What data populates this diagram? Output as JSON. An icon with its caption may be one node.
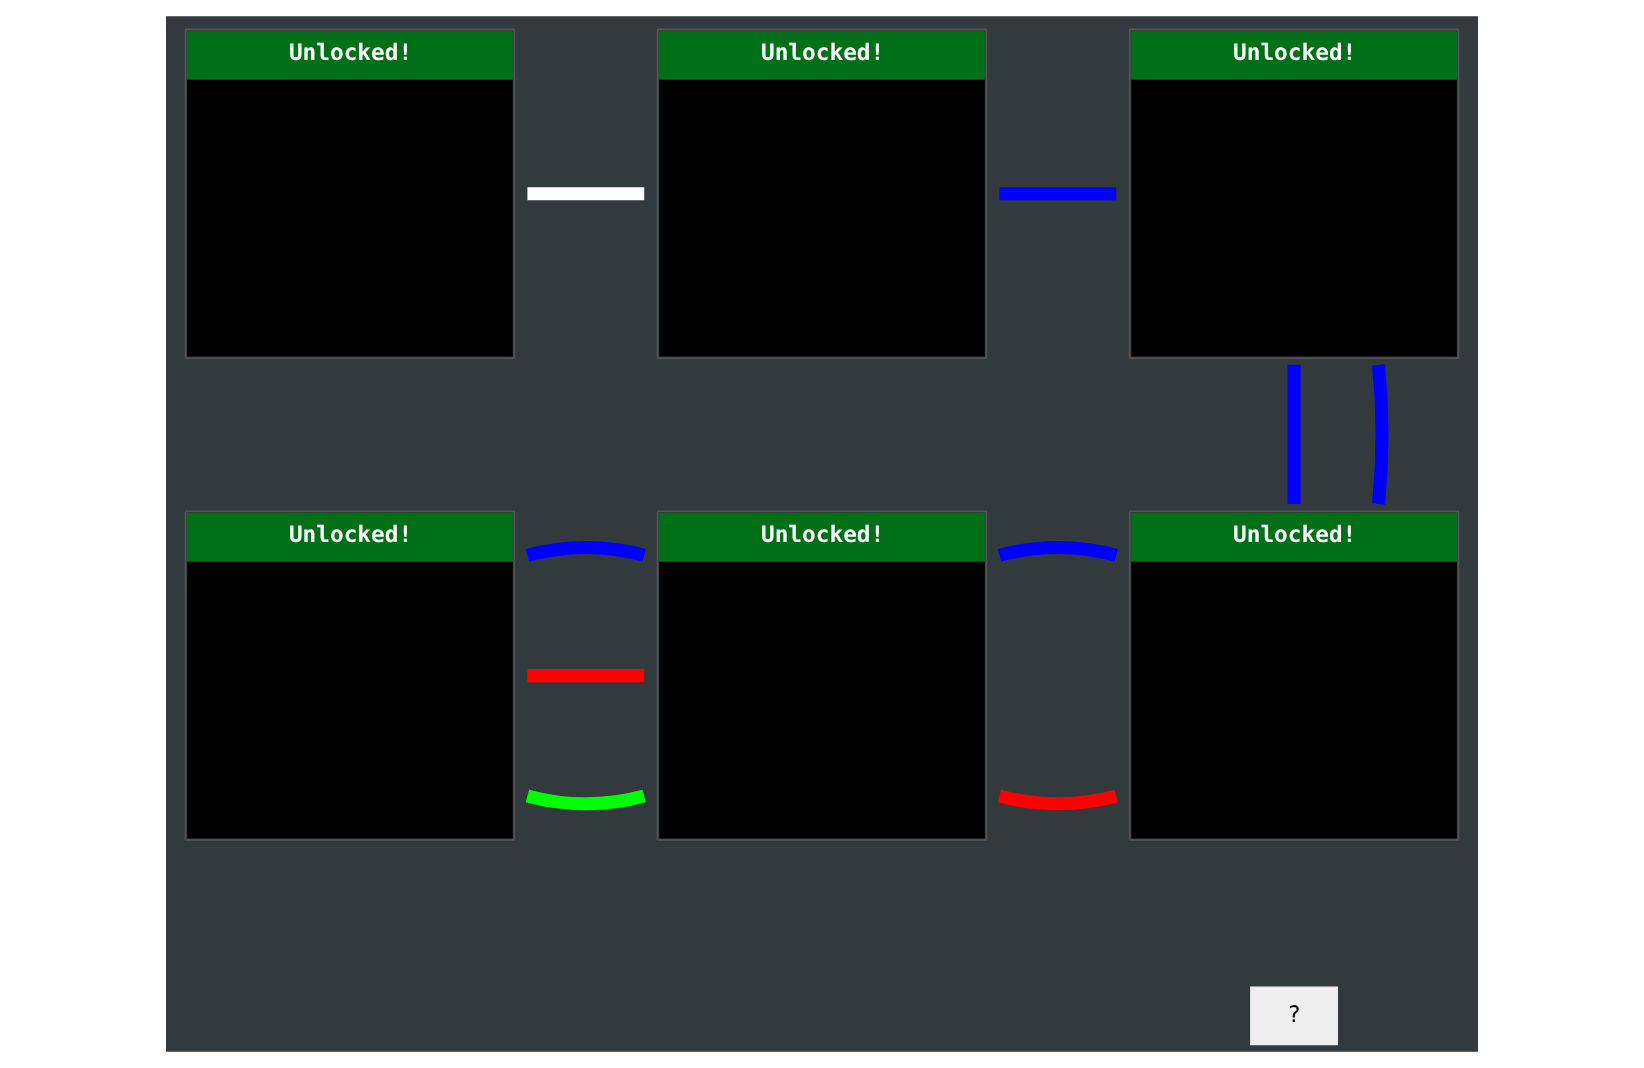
{
  "diagram": {
    "nodes": [
      {
        "text": [
          "Unlocked!"
        ]
      },
      {
        "text": [
          "Unlocked!"
        ]
      },
      {
        "text": [
          "Unlocked!"
        ]
      },
      {
        "text": [
          "Unlocked!"
        ]
      },
      {
        "text": [
          "Unlocked!"
        ]
      },
      {
        "text": [
          "Unlocked!"
        ]
      }
    ],
    "edges": [
      {
        "from": 0,
        "to": 1,
        "arrow": "none",
        "color": "#ffffff"
      },
      {
        "from": 1,
        "to": 2,
        "arrow": "none"
      },
      {
        "from": 2,
        "to": 5,
        "arrow": "none"
      },
      {
        "from": 2,
        "to": 5,
        "arrow": "none"
      },
      {
        "from": 3,
        "to": 4,
        "arrow": "none",
        "color": "#00ff00"
      },
      {
        "from": 3,
        "to": 4,
        "arrow": "none",
        "color": "#ff0000"
      },
      {
        "from": 3,
        "to": 4,
        "arrow": "none"
      },
      {
        "from": 4,
        "to": 5,
        "arrow": "none",
        "color": "#ff0000"
      },
      {
        "from": 4,
        "to": 5,
        "arrow": "none"
      }
    ],
    "labels": [
      "?"
    ]
  }
}
